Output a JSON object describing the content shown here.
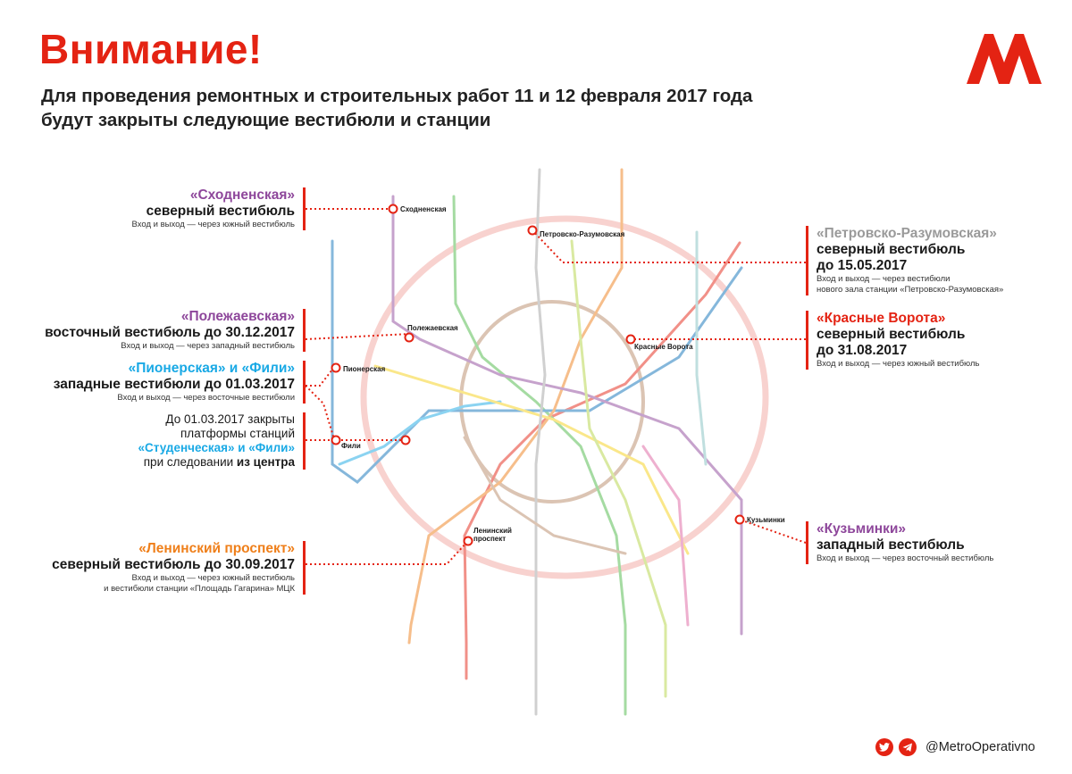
{
  "header": {
    "title": "Внимание!",
    "subtitle_line1": "Для проведения ремонтных и строительных работ 11 и 12 февраля 2017 года",
    "subtitle_line2": "будут закрыты следующие вестибюли и станции"
  },
  "colors": {
    "accent": "#e42313",
    "purple": "#8e479b",
    "orange": "#ef7f1a",
    "cyan": "#19a9e5",
    "grey": "#a3a3a3"
  },
  "logo": {
    "icon": "metro-logo-icon"
  },
  "callouts": {
    "skhodnenskaya": {
      "name": "«Сходненская»",
      "line1": "северный вестибюль",
      "note": "Вход и выход — через южный вестибюль"
    },
    "polezhaevskaya": {
      "name": "«Полежаевская»",
      "line1": "восточный вестибюль до 30.12.2017",
      "note": "Вход и выход — через западный вестибюль"
    },
    "pionerskaya": {
      "name": "«Пионерская» и «Фили»",
      "line1": "западные вестибюли до 01.03.2017",
      "note": "Вход и выход — через восточные вестибюли"
    },
    "platforms": {
      "l1": "До 01.03.2017 закрыты",
      "l2": "платформы станций",
      "l3": "«Студенческая» и «Фили»",
      "l4a": "при следовании ",
      "l4b": "из центра"
    },
    "leninsky": {
      "name": "«Ленинский проспект»",
      "line1": "северный вестибюль до 30.09.2017",
      "note1": "Вход и выход — через южный вестибюль",
      "note2": "и вестибюли станции «Площадь Гагарина» МЦК"
    },
    "petrovsko": {
      "name": "«Петровско-Разумовская»",
      "line1": "северный вестибюль",
      "line2": "до 15.05.2017",
      "note1": "Вход и выход — через вестибюли",
      "note2": "нового зала станции «Петровско-Разумовская»"
    },
    "krasnye": {
      "name": "«Красные Ворота»",
      "line1": "северный вестибюль",
      "line2": "до 31.08.2017",
      "note": "Вход и выход — через южный вестибюль"
    },
    "kuzminki": {
      "name": "«Кузьминки»",
      "line1": "западный вестибюль",
      "note": "Вход и выход — через восточный вестибюль"
    }
  },
  "map_labels": {
    "skhodnenskaya": "Сходненская",
    "petrovsko": "Петровско-Разумовская",
    "polezhaevskaya": "Полежаевская",
    "pionerskaya": "Пионерская",
    "fili": "Фили",
    "krasnye_vorota": "Красные Ворота",
    "kuzminki": "Кузьминки",
    "leninsky1": "Ленинский",
    "leninsky2": "проспект"
  },
  "footer": {
    "handle": "@MetroOperativno",
    "icons": [
      "twitter-icon",
      "telegram-icon"
    ]
  }
}
